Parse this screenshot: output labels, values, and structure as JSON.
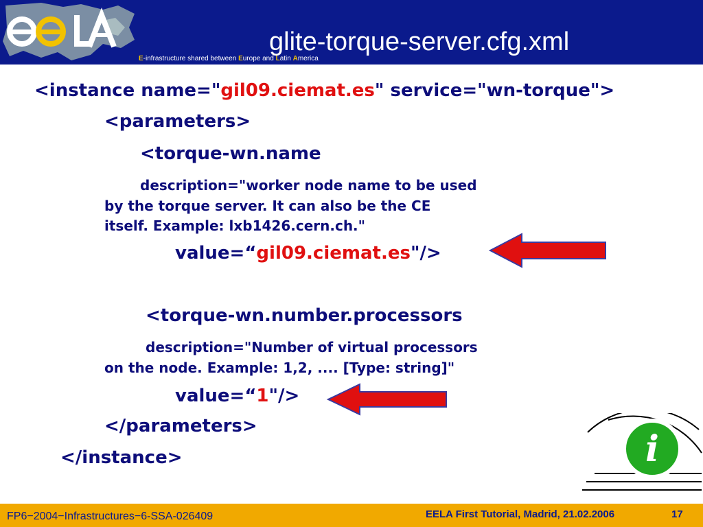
{
  "header": {
    "tagline": {
      "e1": "E",
      "t1": "-infrastructure shared between ",
      "e2": "E",
      "t2": "urope and ",
      "l": "L",
      "t3": "atin ",
      "a": "A",
      "t4": "merica"
    },
    "title": "glite-torque-server.cfg.xml",
    "icons": {
      "logo": "eela-logo",
      "background": "world-map"
    }
  },
  "code": {
    "instance_open_prefix": "<instance name=\"",
    "instance_name": "gil09.ciemat.es",
    "instance_open_suffix": "\" service=\"wn-torque\">",
    "parameters_open": "<parameters>",
    "param1_tag": "<torque-wn.name",
    "param1_desc_line1": "description=\"worker node name to be used",
    "param1_desc_line2": "by the torque server. It can also be the CE",
    "param1_desc_line3": "itself. Example: lxb1426.cern.ch.\"",
    "param1_value_prefix": "value=“",
    "param1_value": "gil09.ciemat.es",
    "param1_value_suffix": "\"/>",
    "param2_tag": "<torque-wn.number.processors",
    "param2_desc_line1": "description=\"Number of virtual processors",
    "param2_desc_line2": "on the node. Example: 1,2, .... [Type: string]\"",
    "param2_value_prefix": "value=“",
    "param2_value": "1",
    "param2_value_suffix": "\"/>",
    "parameters_close": "</parameters>",
    "instance_close": "</instance>"
  },
  "decorations": {
    "arrow_color": "#e01010",
    "arrow_outline": "#3a3aa0",
    "info_color": "#22aa22",
    "info_icon": "info-icon",
    "info_glyph": "i"
  },
  "footer": {
    "project": "FP6−2004−Infrastructures−6-SSA-026409",
    "event": "EELA First Tutorial, Madrid, 21.02.2006",
    "page": "17"
  }
}
